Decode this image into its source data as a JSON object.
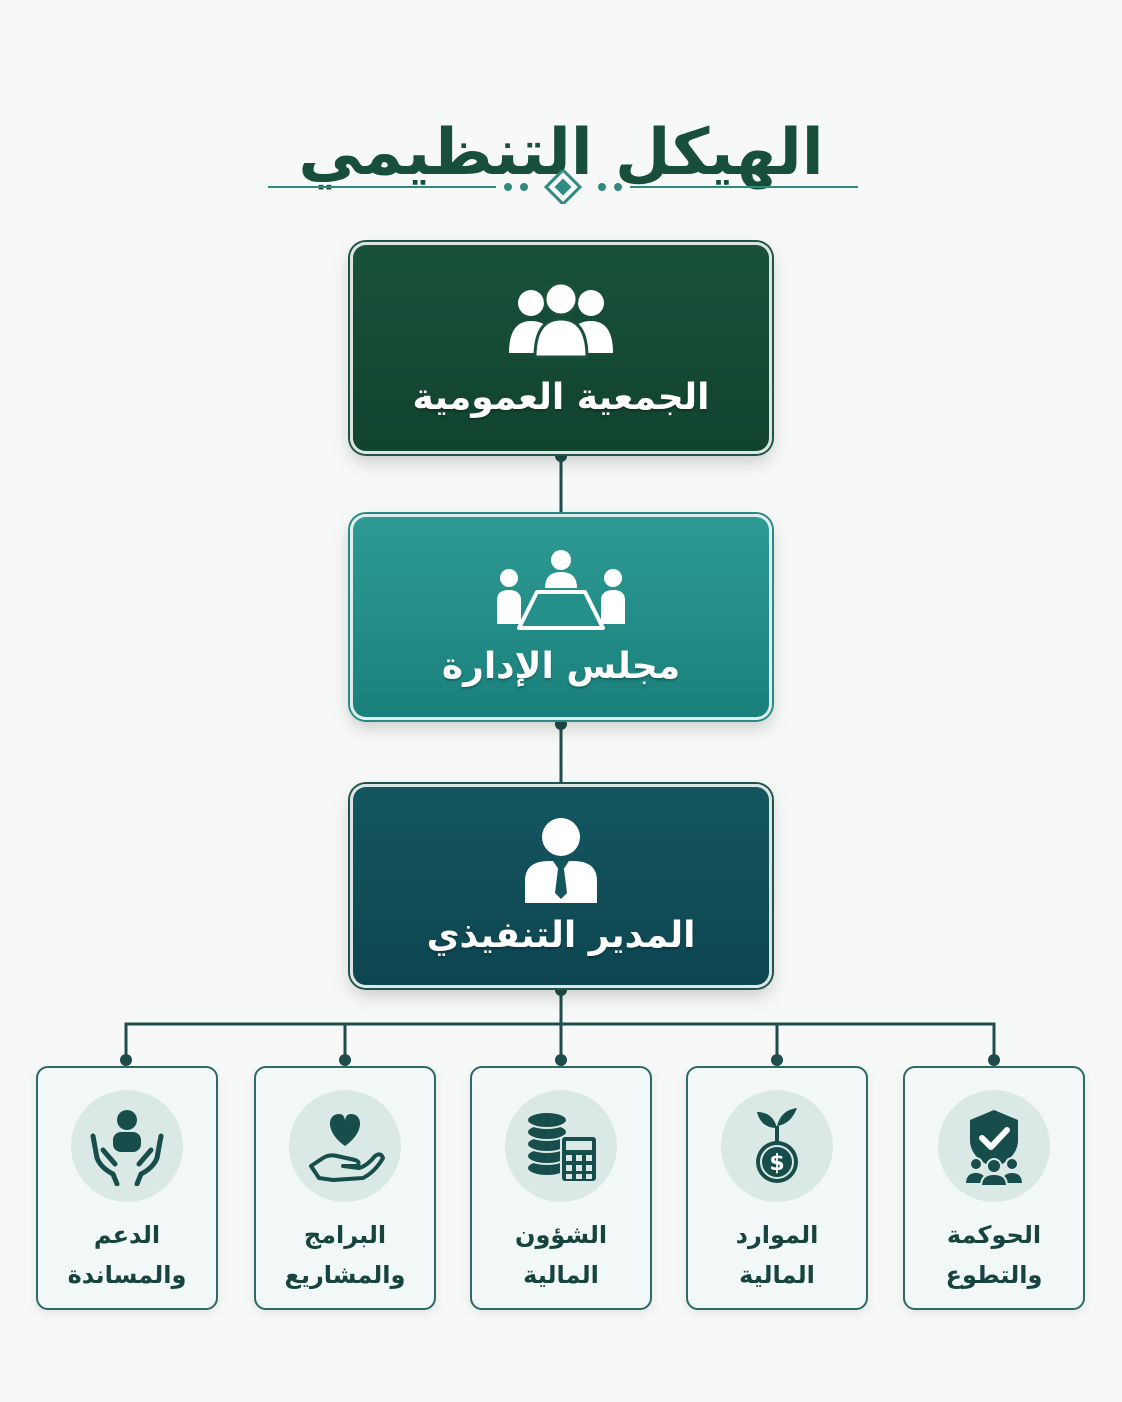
{
  "title": "الهيكل التنظيمي",
  "levels": [
    {
      "label": "الجمعية العمومية",
      "icon": "group-icon"
    },
    {
      "label": "مجلس الإدارة",
      "icon": "meeting-table-icon"
    },
    {
      "label": "المدير التنفيذي",
      "icon": "executive-person-icon"
    }
  ],
  "departments": [
    {
      "line1": "الحوكمة",
      "line2": "والتطوع",
      "icon": "shield-check-people-icon"
    },
    {
      "line1": "الموارد",
      "line2": "المالية",
      "icon": "money-plant-icon"
    },
    {
      "line1": "الشؤون",
      "line2": "المالية",
      "icon": "coins-calculator-icon"
    },
    {
      "line1": "البرامج",
      "line2": "والمشاريع",
      "icon": "heart-hand-icon"
    },
    {
      "line1": "الدعم",
      "line2": "والمساندة",
      "icon": "support-hands-icon"
    }
  ],
  "colors": {
    "title": "#174f3a",
    "assembly": "#19513b",
    "board": "#2e9a93",
    "director": "#145660",
    "connector": "#1f4d4a",
    "card_border": "#2e6a63",
    "icon": "#174d4a"
  }
}
